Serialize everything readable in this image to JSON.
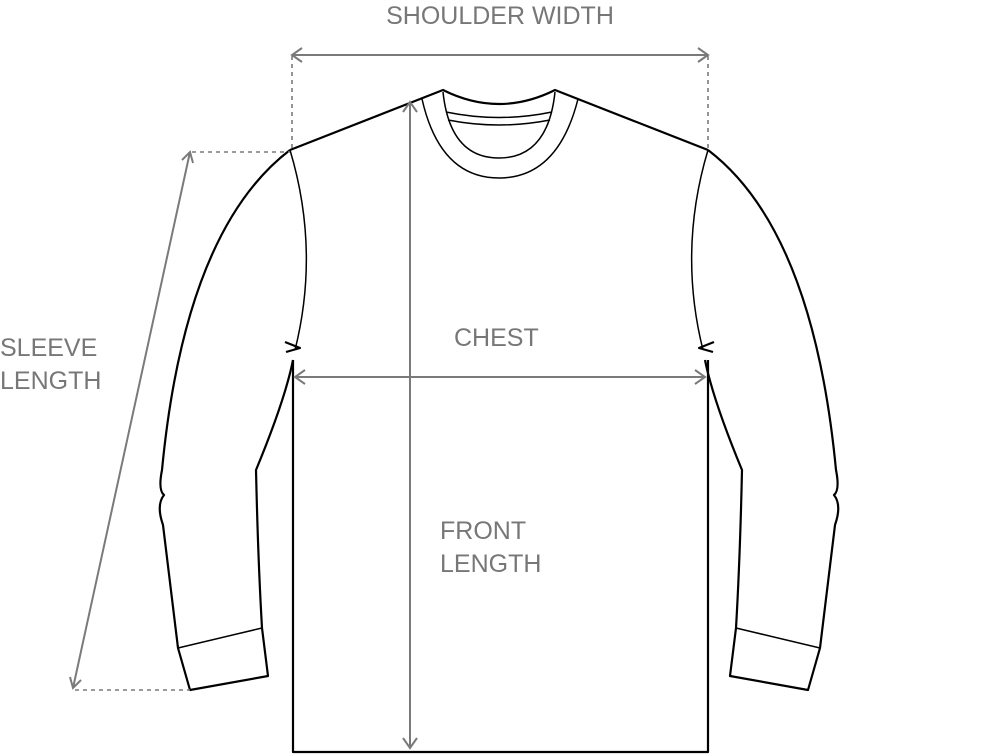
{
  "labels": {
    "shoulder_width": "SHOULDER WIDTH",
    "sleeve_length_1": "SLEEVE",
    "sleeve_length_2": "LENGTH",
    "chest": "CHEST",
    "front_length_1": "FRONT",
    "front_length_2": "LENGTH"
  },
  "colors": {
    "outline": "#000000",
    "measure": "#7a7a7a",
    "background": "#ffffff"
  }
}
